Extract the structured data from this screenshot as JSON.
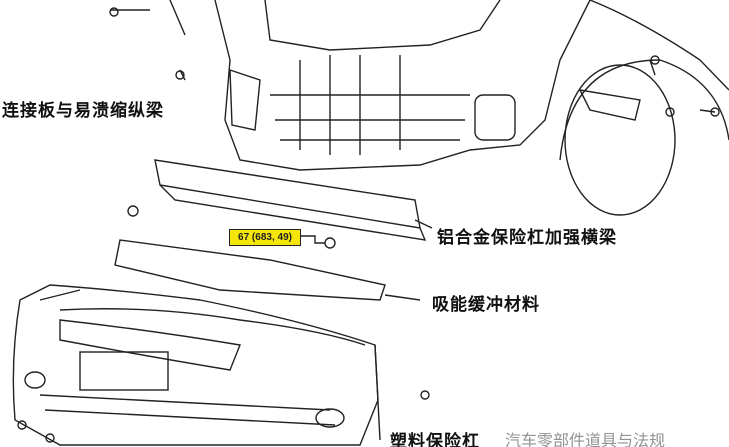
{
  "labels": {
    "crash_box": "连接板与易溃缩纵梁",
    "reinforcement_beam": "铝合金保险杠加强横梁",
    "energy_absorber": "吸能缓冲材料",
    "plastic_bumper": "塑料保险杠"
  },
  "tag": "67 (683, 49)",
  "watermark": "汽车零部件道具与法规"
}
